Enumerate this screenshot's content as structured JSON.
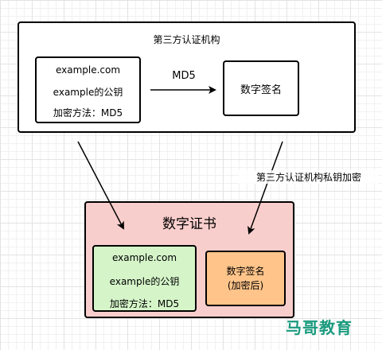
{
  "authority": {
    "title": "第三方认证机构",
    "info": {
      "domain": "example.com",
      "public_key": "example的公钥",
      "encryption": "加密方法：MD5"
    },
    "signature": "数字签名",
    "hash_label": "MD5"
  },
  "edge_label": "第三方认证机构私钥加密",
  "certificate": {
    "title": "数字证书",
    "info": {
      "domain": "example.com",
      "public_key": "example的公钥",
      "encryption": "加密方法：MD5"
    },
    "signature_line1": "数字签名",
    "signature_line2": "(加密后)"
  },
  "watermark": "马哥教育"
}
